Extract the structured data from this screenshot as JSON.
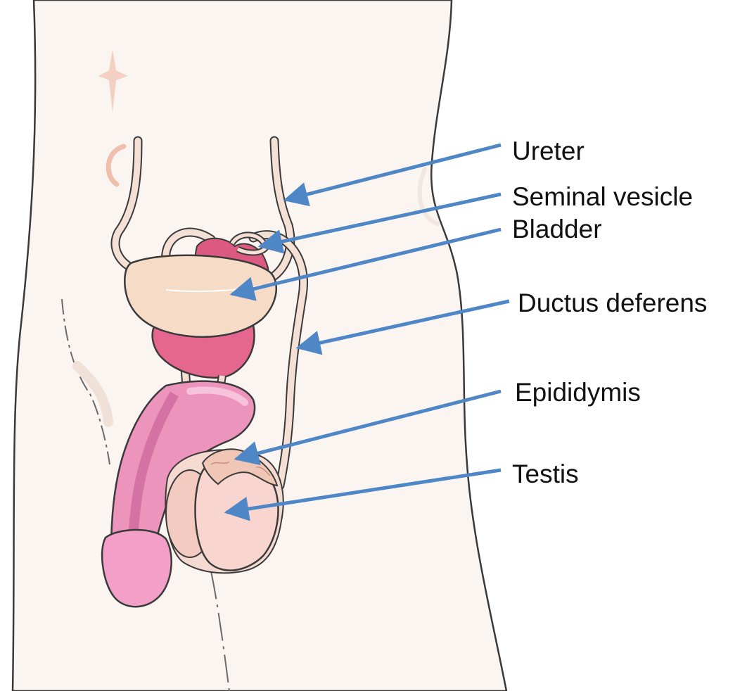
{
  "labels": {
    "ureter": "Ureter",
    "seminal_vesicle": "Seminal vesicle",
    "bladder": "Bladder",
    "ductus_deferens": "Ductus deferens",
    "epididymis": "Epididymis",
    "testis": "Testis"
  },
  "colors": {
    "skin": "#fbf5f2",
    "outline": "#3a3a3a",
    "bladder": "#f6dcc6",
    "duct": "#f5e0d6",
    "prostate": "#e5668e",
    "seminal_vesicle": "#dc5a82",
    "penis": "#ec94bc",
    "glans": "#f39fc8",
    "testis": "#f8d6cf",
    "epididymis": "#f0c6b6",
    "arrow": "#4f86c6"
  }
}
